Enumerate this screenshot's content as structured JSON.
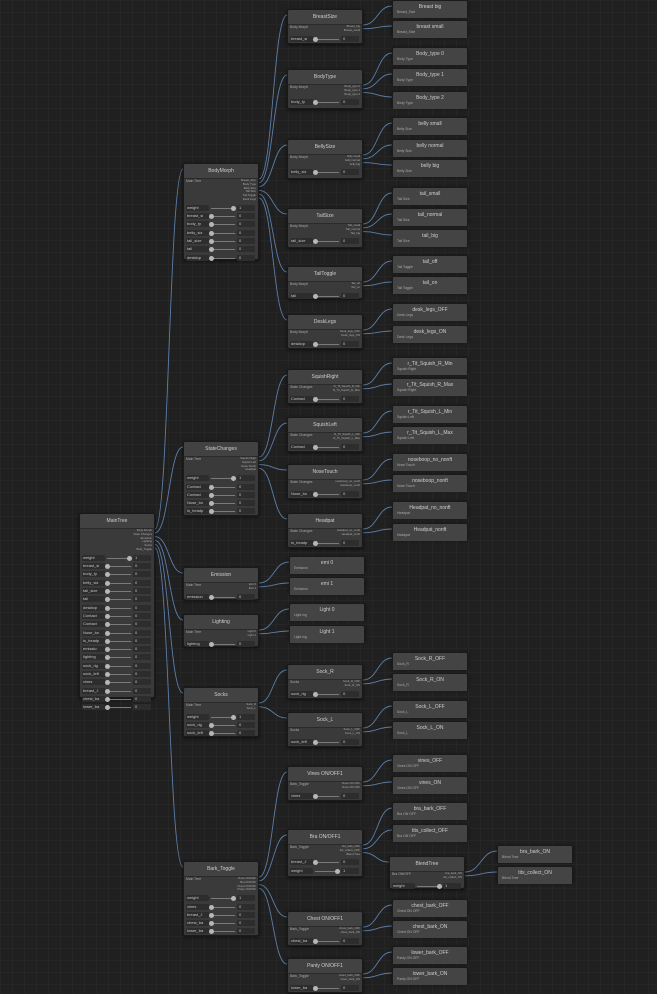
{
  "nodes": [
    {
      "id": "maintree",
      "title": "MainTree",
      "in": "",
      "outs": [
        "Body Morph",
        "State Changes",
        "Emission",
        "Lighting",
        "Socks",
        "Bark_Toggle"
      ],
      "params": [
        [
          "weight",
          "1"
        ],
        [
          "breast_si",
          "0"
        ],
        [
          "body_ty",
          "0"
        ],
        [
          "belly_siz",
          "0"
        ],
        [
          "tail_size",
          "0"
        ],
        [
          "tail",
          "0"
        ],
        [
          "desktop",
          "0"
        ],
        [
          "Contact",
          "0"
        ],
        [
          "Contact",
          "0"
        ],
        [
          "Nose_bo",
          "0"
        ],
        [
          "is_headp",
          "0"
        ],
        [
          "emissio",
          "0"
        ],
        [
          "lighting",
          "0"
        ],
        [
          "sock_rig",
          "0"
        ],
        [
          "sock_left",
          "0"
        ],
        [
          "vines",
          "0"
        ],
        [
          "breast_J",
          "0"
        ],
        [
          "chest_ba",
          "0"
        ],
        [
          "lower_ba",
          "0"
        ]
      ]
    },
    {
      "id": "bodymorph",
      "title": "BodyMorph",
      "in": "Main Tree",
      "outs": [
        "Breast_Size",
        "Body Type",
        "Belly Size",
        "Tail Size",
        "Tail Toggle",
        "Desk Legs"
      ],
      "params": [
        [
          "weight",
          "1"
        ],
        [
          "breast_si",
          "0"
        ],
        [
          "body_ty",
          "0"
        ],
        [
          "belly_siz",
          "0"
        ],
        [
          "tail_size",
          "0"
        ],
        [
          "tail",
          "0"
        ],
        [
          "desktop",
          "0"
        ]
      ]
    },
    {
      "id": "statechanges",
      "title": "StateChanges",
      "in": "Main Tree",
      "outs": [
        "Squish Right",
        "Squish Left",
        "Nose Touch",
        "Headpat"
      ],
      "params": [
        [
          "weight",
          "1"
        ],
        [
          "Contact",
          "0"
        ],
        [
          "Contact",
          "0"
        ],
        [
          "Nose_bo",
          "0"
        ],
        [
          "is_headp",
          "0"
        ]
      ]
    },
    {
      "id": "emission",
      "title": "Emission",
      "in": "Main Tree",
      "outs": [
        "Emi 0",
        "Emi 1"
      ],
      "params": [
        [
          "emission",
          "0"
        ]
      ]
    },
    {
      "id": "lighting",
      "title": "Lighting",
      "in": "Main Tree",
      "outs": [
        "Light 0",
        "Light 1"
      ],
      "params": [
        [
          "lighting",
          "0"
        ]
      ]
    },
    {
      "id": "socks",
      "title": "Socks",
      "in": "Main Tree",
      "outs": [
        "Sock_R",
        "Sock_L"
      ],
      "params": [
        [
          "weight",
          "1"
        ],
        [
          "sock_rig",
          "0"
        ],
        [
          "sock_left",
          "0"
        ]
      ]
    },
    {
      "id": "barktoggle",
      "title": "Bark_Toggle",
      "in": "Main Tree",
      "outs": [
        "Vines ON/OFF",
        "Bra ON/OFF",
        "Chest ON/OFF",
        "Panty ON/OFF"
      ],
      "params": [
        [
          "weight",
          "1"
        ],
        [
          "vines",
          "0"
        ],
        [
          "breast_J",
          "0"
        ],
        [
          "chest_ba",
          "0"
        ],
        [
          "lower_ba",
          "0"
        ]
      ]
    },
    {
      "id": "breastsize",
      "title": "BreastSize",
      "in": "Body Morph",
      "outs": [
        "Breast_big",
        "Breast_small"
      ],
      "params": [
        [
          "breast_si",
          "0"
        ]
      ]
    },
    {
      "id": "bodytype",
      "title": "BodyType",
      "in": "Body Morph",
      "outs": [
        "Body_type 0",
        "Body_type 1",
        "Body_type 2"
      ],
      "params": [
        [
          "body_ty",
          "0"
        ]
      ]
    },
    {
      "id": "bellysize",
      "title": "BellySize",
      "in": "Body Morph",
      "outs": [
        "belly small",
        "belly normal",
        "belly big"
      ],
      "params": [
        [
          "belly_siz",
          "0"
        ]
      ]
    },
    {
      "id": "tailsize",
      "title": "TailSize",
      "in": "Body Morph",
      "outs": [
        "Tail_small",
        "Tail_normal",
        "Tail_big"
      ],
      "params": [
        [
          "tail_size",
          "0"
        ]
      ]
    },
    {
      "id": "tailtoggle",
      "title": "TailToggle",
      "in": "Body Morph",
      "outs": [
        "Tail_off",
        "Tail_on"
      ],
      "params": [
        [
          "tail",
          "0"
        ]
      ]
    },
    {
      "id": "desklegs",
      "title": "DeskLegs",
      "in": "Body Morph",
      "outs": [
        "Desk_legs_OFF",
        "Desk_legs_ON"
      ],
      "params": [
        [
          "desktop",
          "0"
        ]
      ]
    },
    {
      "id": "squishright",
      "title": "SquishRight",
      "in": "State Changes",
      "outs": [
        "R_Tit_Squish_R_Min",
        "R_Tit_Squish_R_Max"
      ],
      "params": [
        [
          "Contact",
          "0"
        ]
      ]
    },
    {
      "id": "squishleft",
      "title": "SquishLeft",
      "in": "State Changes",
      "outs": [
        "R_Tit_Squish_L_Min",
        "R_Tit_Squish_L_Max"
      ],
      "params": [
        [
          "Contact",
          "0"
        ]
      ]
    },
    {
      "id": "nosetouch",
      "title": "NoseTouch",
      "in": "State Changes",
      "outs": [
        "noseboop_no_nonft",
        "noseboop_nonft"
      ],
      "params": [
        [
          "Nose_bo",
          "0"
        ]
      ]
    },
    {
      "id": "headpat",
      "title": "Headpat",
      "in": "State Changes",
      "outs": [
        "Headpat_no_nonft",
        "Headpat_nonft"
      ],
      "params": [
        [
          "is_headp",
          "0"
        ]
      ]
    },
    {
      "id": "sockr",
      "title": "Sock_R",
      "in": "Socks",
      "outs": [
        "Sock_R_OFF",
        "Sock_R_ON"
      ],
      "params": [
        [
          "sock_rig",
          "0"
        ]
      ]
    },
    {
      "id": "sockl",
      "title": "Sock_L",
      "in": "Socks",
      "outs": [
        "Sock_L_OFF",
        "Sock_L_ON"
      ],
      "params": [
        [
          "sock_left",
          "0"
        ]
      ]
    },
    {
      "id": "vinesonoff",
      "title": "Vines ON/OFF1",
      "in": "Bark_Toggle",
      "outs": [
        "Vines ON OFF",
        "Vines ON OFF"
      ],
      "params": [
        [
          "vines",
          "0"
        ]
      ]
    },
    {
      "id": "braonoff",
      "title": "Bra ON/OFF1",
      "in": "Bark_Toggle",
      "outs": [
        "bra_bark_OFF",
        "tits_collect_OFF",
        "Blend Tree"
      ],
      "params": [
        [
          "breast_J",
          "0"
        ],
        [
          "weight",
          "1"
        ]
      ]
    },
    {
      "id": "blendtree",
      "title": "BlendTree",
      "in": "Bra ON/OFF",
      "outs": [
        "bra_bark_ON",
        "tits_collect_ON"
      ],
      "params": [
        [
          "weight",
          "1"
        ]
      ]
    },
    {
      "id": "chestonoff",
      "title": "Chest ON/OFF1",
      "in": "Bark_Toggle",
      "outs": [
        "chest_bark_OFF",
        "chest_bark_ON"
      ],
      "params": [
        [
          "chest_ba",
          "0"
        ]
      ]
    },
    {
      "id": "pantyonoff",
      "title": "Panty ON/OFF1",
      "in": "Bark_Toggle",
      "outs": [
        "lower_bark_OFF",
        "lower_bark_ON"
      ],
      "params": [
        [
          "lower_ba",
          "0"
        ]
      ]
    }
  ],
  "leaves": [
    {
      "id": "l_breast_big",
      "title": "Breast big",
      "sub": "Breast_Size"
    },
    {
      "id": "l_breast_small",
      "title": "breast small",
      "sub": "Breast_Size"
    },
    {
      "id": "l_bt0",
      "title": "Body_type 0",
      "sub": "Body Type"
    },
    {
      "id": "l_bt1",
      "title": "Body_type 1",
      "sub": "Body Type"
    },
    {
      "id": "l_bt2",
      "title": "Body_type 2",
      "sub": "Body Type"
    },
    {
      "id": "l_bs",
      "title": "belly small",
      "sub": "Belly Size"
    },
    {
      "id": "l_bn",
      "title": "belly normal",
      "sub": "Belly Size"
    },
    {
      "id": "l_bb",
      "title": "belly big",
      "sub": "Belly Size"
    },
    {
      "id": "l_ts",
      "title": "tail_small",
      "sub": "Tail Size"
    },
    {
      "id": "l_tn",
      "title": "tail_normal",
      "sub": "Tail Size"
    },
    {
      "id": "l_tb",
      "title": "tail_big",
      "sub": "Tail Size"
    },
    {
      "id": "l_toff",
      "title": "tail_off",
      "sub": "Tail Toggle"
    },
    {
      "id": "l_ton",
      "title": "tail_on",
      "sub": "Tail Toggle"
    },
    {
      "id": "l_dloff",
      "title": "desk_legs_OFF",
      "sub": "Desk Legs"
    },
    {
      "id": "l_dlon",
      "title": "desk_legs_ON",
      "sub": "Desk Legs"
    },
    {
      "id": "l_rmin",
      "title": "r_Tit_Squish_R_Min",
      "sub": "Squish Right"
    },
    {
      "id": "l_rmax",
      "title": "r_Tit_Squish_R_Max",
      "sub": "Squish Right"
    },
    {
      "id": "l_lmin",
      "title": "r_Tit_Squish_L_Min",
      "sub": "Squish Left"
    },
    {
      "id": "l_lmax",
      "title": "r_Tit_Squish_L_Max",
      "sub": "Squish Left"
    },
    {
      "id": "l_nb0",
      "title": "noseboop_no_nonft",
      "sub": "Nose Touch"
    },
    {
      "id": "l_nb1",
      "title": "noseboop_nonft",
      "sub": "Nose Touch"
    },
    {
      "id": "l_hp0",
      "title": "Headpat_no_nonft",
      "sub": "Headpat"
    },
    {
      "id": "l_hp1",
      "title": "Headpat_nonft",
      "sub": "Headpat"
    },
    {
      "id": "l_emi0",
      "title": "emi 0",
      "sub": "Emission"
    },
    {
      "id": "l_emi1",
      "title": "emi 1",
      "sub": "Emission"
    },
    {
      "id": "l_li0",
      "title": "Light 0",
      "sub": "Light ing"
    },
    {
      "id": "l_li1",
      "title": "Light 1",
      "sub": "Light ing"
    },
    {
      "id": "l_sroff",
      "title": "Sock_R_OFF",
      "sub": "Sock_R"
    },
    {
      "id": "l_sron",
      "title": "Sock_R_ON",
      "sub": "Sock_R"
    },
    {
      "id": "l_sloff",
      "title": "Sock_L_OFF",
      "sub": "Sock_L"
    },
    {
      "id": "l_slon",
      "title": "Sock_L_ON",
      "sub": "Sock_L"
    },
    {
      "id": "l_voff",
      "title": "vines_OFF",
      "sub": "Vines ON OFF"
    },
    {
      "id": "l_von",
      "title": "vines_ON",
      "sub": "Vines ON OFF"
    },
    {
      "id": "l_braoff",
      "title": "bra_bark_OFF",
      "sub": "Bra ON OFF"
    },
    {
      "id": "l_titsoff",
      "title": "tits_collect_OFF",
      "sub": "Bra ON OFF"
    },
    {
      "id": "l_braon",
      "title": "bra_bark_ON",
      "sub": "Blend Tree"
    },
    {
      "id": "l_titson",
      "title": "tits_collect_ON",
      "sub": "Blend Tree"
    },
    {
      "id": "l_choff",
      "title": "chest_bark_OFF",
      "sub": "Chest ON OFF"
    },
    {
      "id": "l_chon",
      "title": "chest_bark_ON",
      "sub": "Chest ON OFF"
    },
    {
      "id": "l_lwoff",
      "title": "lower_bark_OFF",
      "sub": "Panty ON OFF"
    },
    {
      "id": "l_lwon",
      "title": "lower_bark_ON",
      "sub": "Panty ON OFF"
    }
  ]
}
